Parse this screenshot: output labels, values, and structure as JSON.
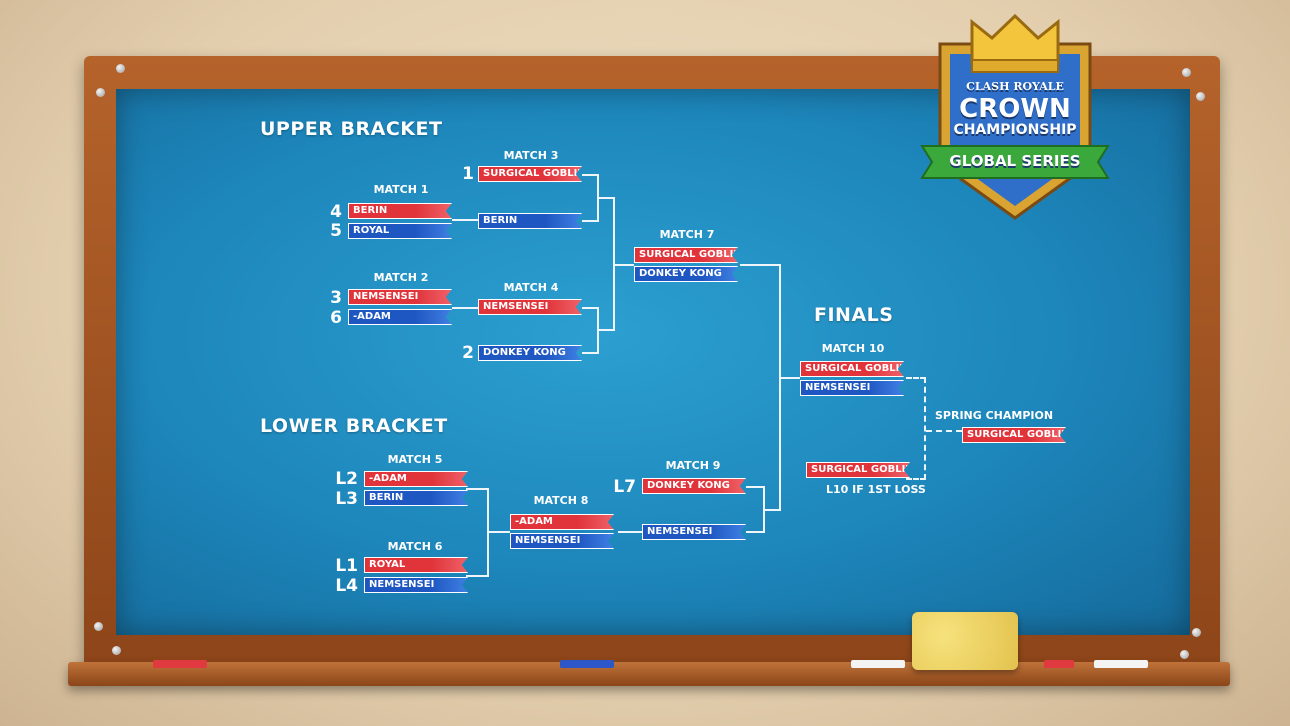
{
  "logo": {
    "brand": "CLASH ROYALE",
    "line1": "CROWN",
    "line2": "CHAMPIONSHIP",
    "series": "GLOBAL SERIES"
  },
  "upper_bracket": {
    "title": "UPPER BRACKET",
    "match1": {
      "label": "MATCH 1",
      "teams": [
        {
          "seed": "4",
          "name": "BERIN"
        },
        {
          "seed": "5",
          "name": "ROYAL"
        }
      ]
    },
    "match2": {
      "label": "MATCH 2",
      "teams": [
        {
          "seed": "3",
          "name": "NEMSENSEI"
        },
        {
          "seed": "6",
          "name": "-ADAM"
        }
      ]
    },
    "match3": {
      "label": "MATCH 3",
      "teams": [
        {
          "seed": "1",
          "name": "SURGICAL GOBLIN"
        },
        {
          "seed": "",
          "name": "BERIN"
        }
      ]
    },
    "match4": {
      "label": "MATCH 4",
      "teams": [
        {
          "seed": "",
          "name": "NEMSENSEI"
        },
        {
          "seed": "2",
          "name": "DONKEY KONG"
        }
      ]
    },
    "match7": {
      "label": "MATCH 7",
      "teams": [
        {
          "name": "SURGICAL GOBLIN"
        },
        {
          "name": "DONKEY KONG"
        }
      ]
    }
  },
  "lower_bracket": {
    "title": "LOWER BRACKET",
    "match5": {
      "label": "MATCH 5",
      "teams": [
        {
          "seed": "L2",
          "name": "-ADAM"
        },
        {
          "seed": "L3",
          "name": "BERIN"
        }
      ]
    },
    "match6": {
      "label": "MATCH 6",
      "teams": [
        {
          "seed": "L1",
          "name": "ROYAL"
        },
        {
          "seed": "L4",
          "name": "NEMSENSEI"
        }
      ]
    },
    "match8": {
      "label": "MATCH 8",
      "teams": [
        {
          "name": "-ADAM"
        },
        {
          "name": "NEMSENSEI"
        }
      ]
    },
    "match9": {
      "label": "MATCH 9",
      "teams": [
        {
          "seed": "L7",
          "name": "DONKEY KONG"
        },
        {
          "name": "NEMSENSEI"
        }
      ]
    }
  },
  "finals": {
    "title": "FINALS",
    "match10": {
      "label": "MATCH 10",
      "teams": [
        {
          "name": "SURGICAL GOBLIN"
        },
        {
          "name": "NEMSENSEI"
        }
      ]
    },
    "rematch": {
      "name": "SURGICAL GOBLIN",
      "note": "L10 IF 1ST LOSS"
    },
    "champion_label": "SPRING CHAMPION",
    "champion": "SURGICAL GOBLIN"
  },
  "colors": {
    "board": "#1d86bb",
    "red_team": "#e0333a",
    "blue_team": "#1f57c2",
    "frame": "#a55526"
  },
  "icons": [
    "crown-icon",
    "chalk-icon",
    "sponge-icon",
    "screw-icon"
  ]
}
